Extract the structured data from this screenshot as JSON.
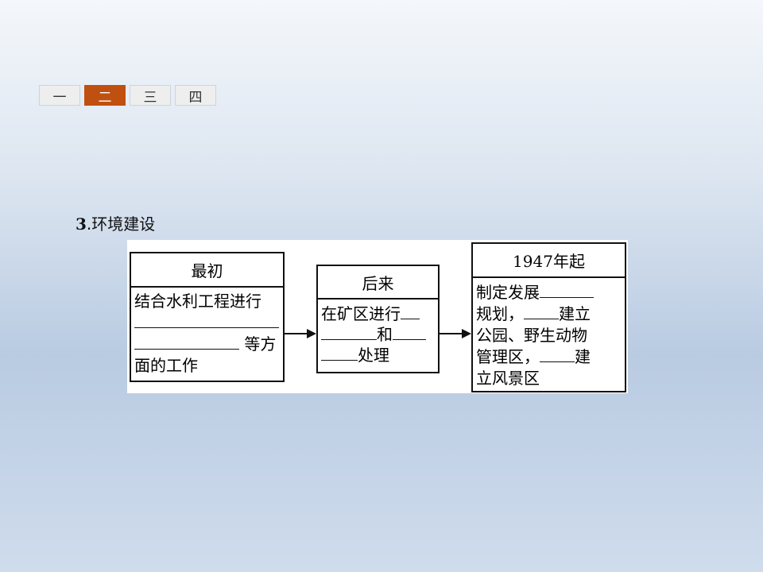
{
  "tabs": [
    {
      "label": "一",
      "active": false
    },
    {
      "label": "二",
      "active": true
    },
    {
      "label": "三",
      "active": false
    },
    {
      "label": "四",
      "active": false
    }
  ],
  "heading": {
    "number": "3",
    "title": ".环境建设"
  },
  "diagram": {
    "box1": {
      "header": "最初",
      "line1": "结合水利工程进行",
      "line3_text": "等方",
      "line4": "面的工作"
    },
    "box2": {
      "header": "后来",
      "line1_text": "在矿区进行",
      "line2_text": "和",
      "line3_text": "处理"
    },
    "box3": {
      "header": "1947年起",
      "line1_text": "制定发展",
      "line2_text_a": "规划，",
      "line2_text_b": "建立",
      "line3": "公园、野生动物",
      "line4_text_a": "管理区，",
      "line4_text_b": "建",
      "line5": "立风景区"
    }
  },
  "colors": {
    "active_tab": "#c0500f",
    "tab_bg": "#eeeeee"
  }
}
